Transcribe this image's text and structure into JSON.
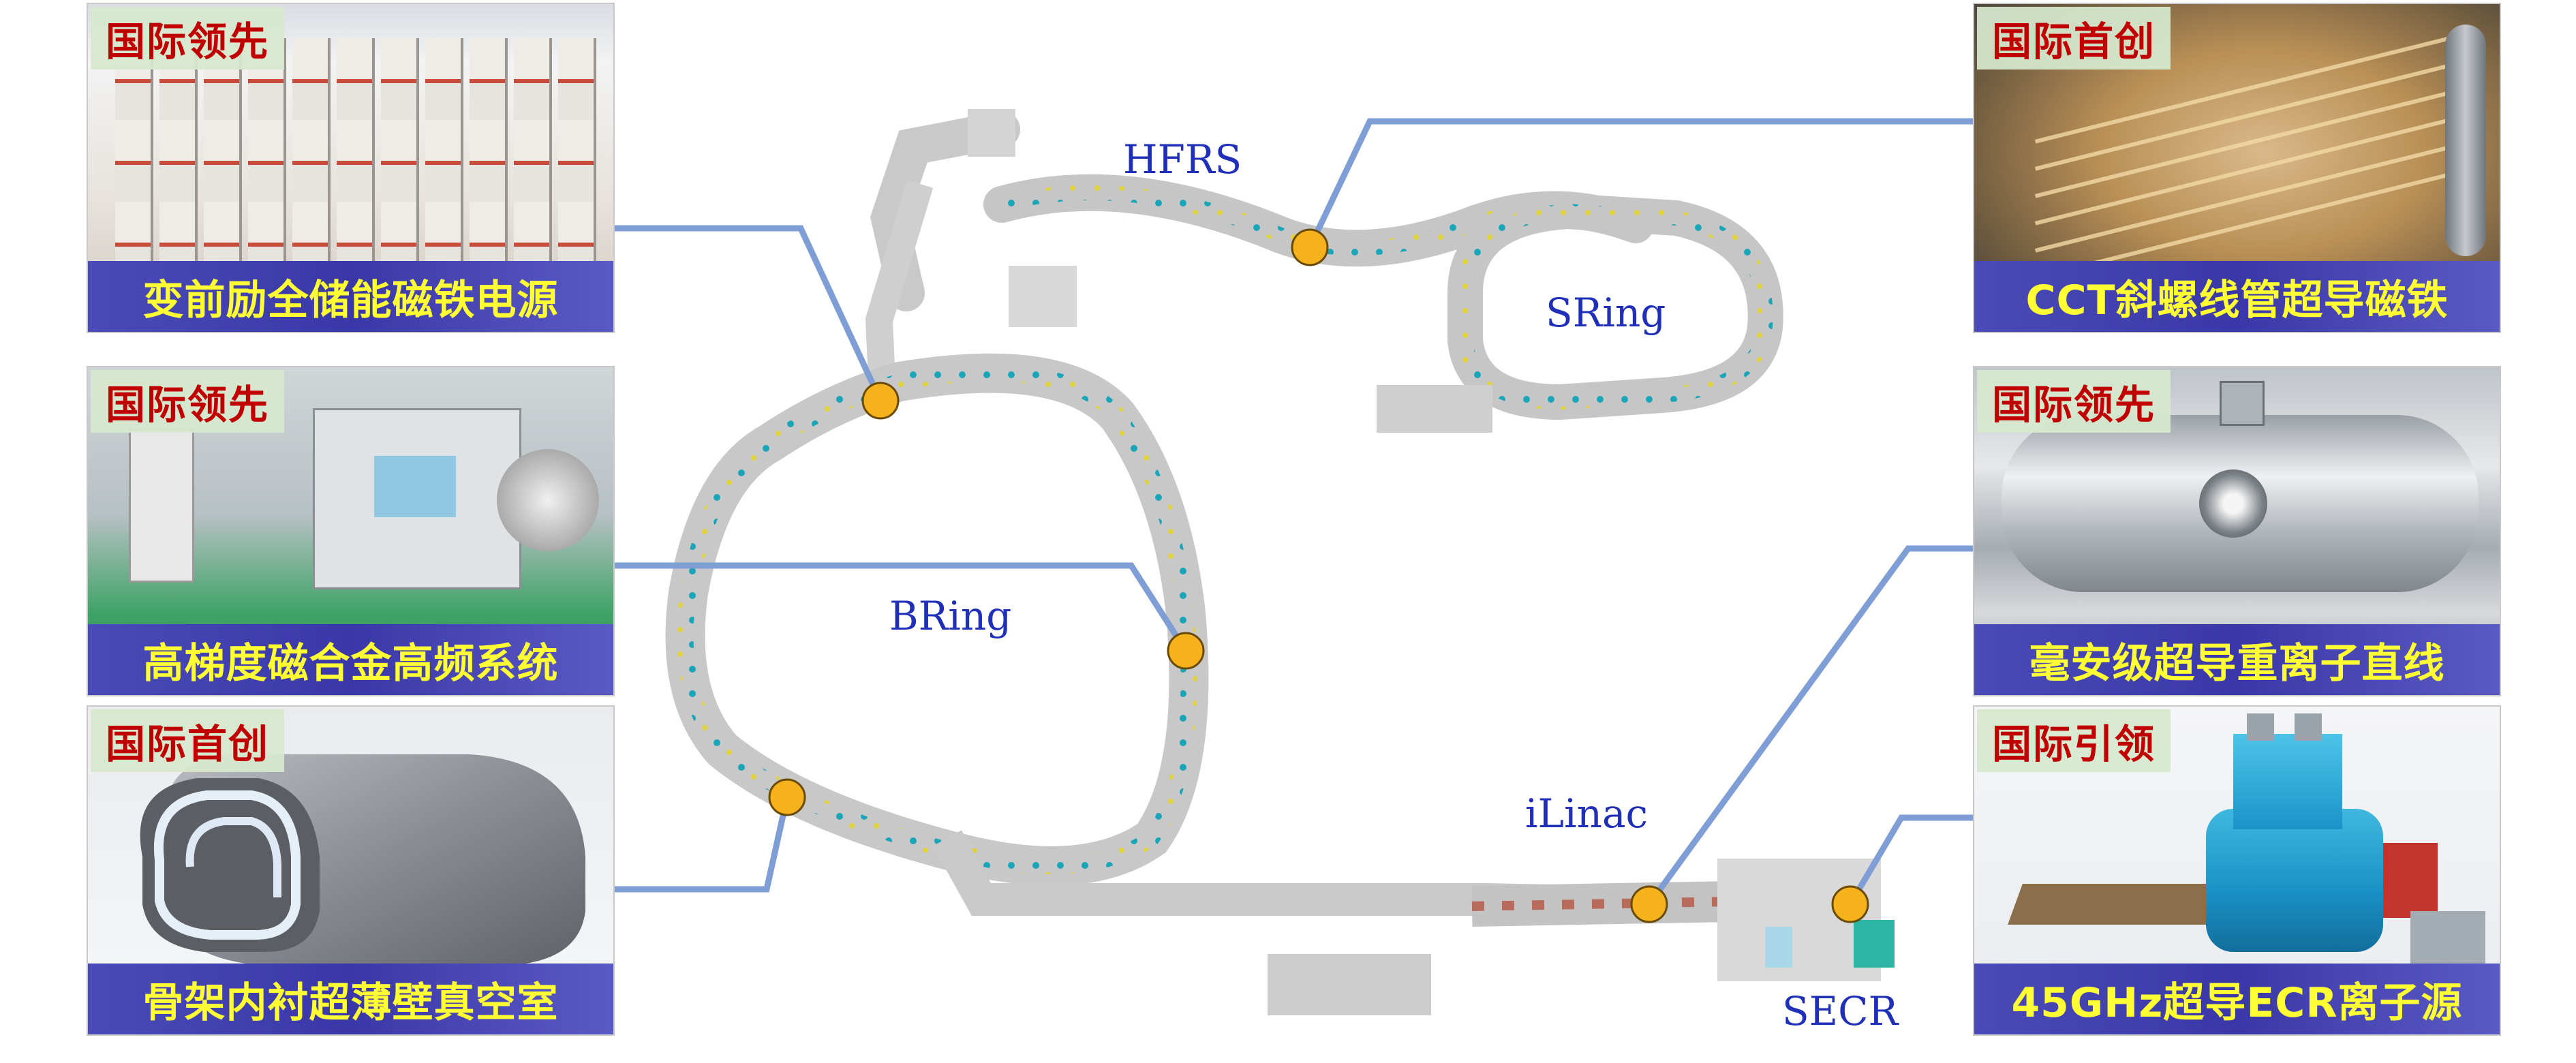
{
  "panels": [
    {
      "id": "p1",
      "tag": "国际领先",
      "caption": "变前励全储能磁铁电源",
      "photo": "power-supply-cabinets"
    },
    {
      "id": "p2",
      "tag": "国际领先",
      "caption": "高梯度磁合金高频系统",
      "photo": "rf-system-lab"
    },
    {
      "id": "p3",
      "tag": "国际首创",
      "caption": "骨架内衬超薄壁真空室",
      "photo": "vacuum-chamber"
    },
    {
      "id": "p4",
      "tag": "国际首创",
      "caption": "CCT斜螺线管超导磁铁",
      "photo": "cct-magnet"
    },
    {
      "id": "p5",
      "tag": "国际领先",
      "caption": "毫安级超导重离子直线",
      "photo": "cryomodule-tank"
    },
    {
      "id": "p6",
      "tag": "国际引领",
      "caption": "45GHz超导ECR离子源",
      "photo": "ecr-ion-source"
    }
  ],
  "labels": {
    "hfrs": "HFRS",
    "sring": "SRing",
    "bring": "BRing",
    "ilinac": "iLinac",
    "secr": "SECR"
  },
  "colors": {
    "tag_text": "#c00000",
    "tag_bg": "#d6e8ce",
    "caption_text": "#ffff33",
    "caption_bg": "#3a38a8",
    "connector": "#7f9ed6",
    "marker_fill": "#f5b21b",
    "label_text": "#1f2fb8"
  }
}
